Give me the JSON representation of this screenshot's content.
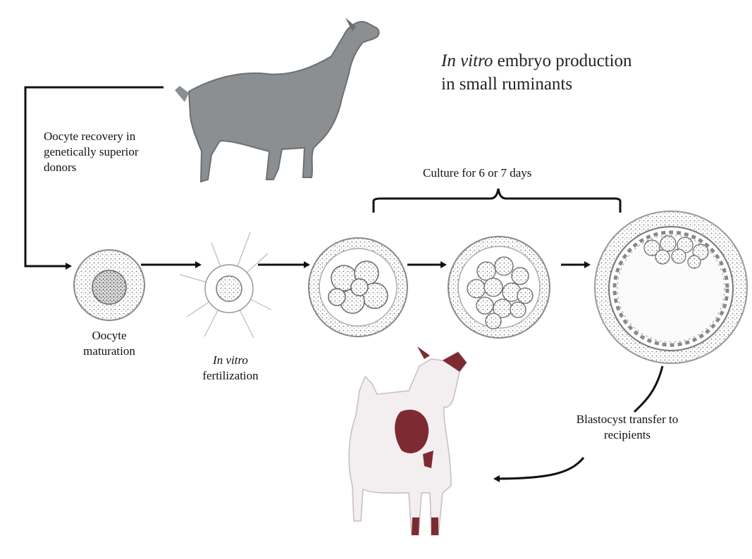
{
  "title": {
    "italic": "In vitro",
    "line1_rest": " embryo production",
    "line2": "in small ruminants"
  },
  "labels": {
    "oocyte_recovery": [
      "Oocyte recovery in",
      "genetically superior",
      "donors"
    ],
    "culture": "Culture for 6 or 7 days",
    "oocyte_maturation": [
      "Oocyte",
      "maturation"
    ],
    "ivf_italic": "In vitro",
    "ivf_rest": "fertilization",
    "blastocyst_transfer": [
      "Blastocyst transfer to",
      "recipients"
    ]
  },
  "stages": [
    "oocyte",
    "fertilized-oocyte",
    "early-cleavage-embryo",
    "morula",
    "blastocyst"
  ],
  "colors": {
    "ink": "#111111",
    "goat_gray": "#8b8f92",
    "goat_white": "#f3eef0",
    "patch": "#7d2a33",
    "cell": "#9a9a9a"
  }
}
